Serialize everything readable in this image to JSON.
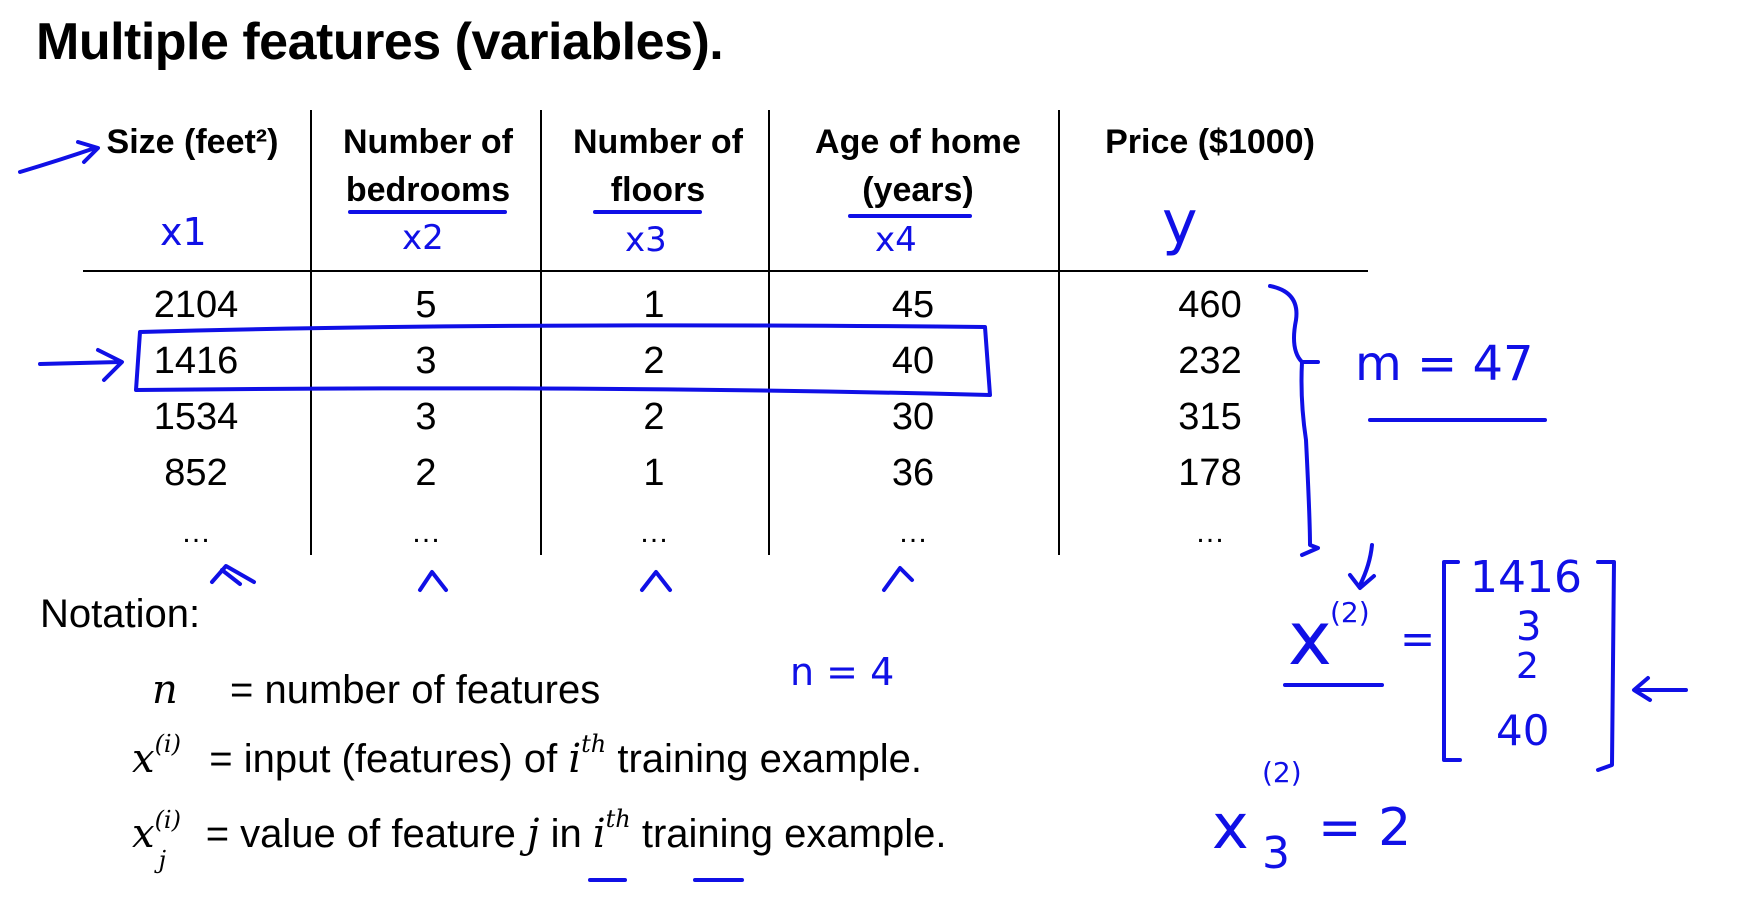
{
  "slide_title": "Multiple features (variables).",
  "table": {
    "headers": [
      {
        "line1": "Size (feet²)",
        "line2": ""
      },
      {
        "line1": "Number of",
        "line2": "bedrooms"
      },
      {
        "line1": "Number of",
        "line2": "floors"
      },
      {
        "line1": "Age of home",
        "line2": "(years)"
      },
      {
        "line1": "Price ($1000)",
        "line2": ""
      }
    ],
    "rows": [
      [
        "2104",
        "5",
        "1",
        "45",
        "460"
      ],
      [
        "1416",
        "3",
        "2",
        "40",
        "232"
      ],
      [
        "1534",
        "3",
        "2",
        "30",
        "315"
      ],
      [
        "852",
        "2",
        "1",
        "36",
        "178"
      ],
      [
        "…",
        "…",
        "…",
        "…",
        "…"
      ]
    ]
  },
  "notation": {
    "title": "Notation:",
    "lines": [
      {
        "symbol": "n",
        "text": "= number of features"
      },
      {
        "symbol": "x",
        "sup": "(i)",
        "text_before": "= input (features) of",
        "ith": "i",
        "ith_sup": "th",
        "text_after": "training example."
      },
      {
        "symbol": "x",
        "sup": "(i)",
        "sub": "j",
        "text_before": "= value of feature",
        "j": "j",
        "in_word": "in",
        "ith": "i",
        "ith_sup": "th",
        "text_after": "training example."
      }
    ]
  },
  "handwriting": {
    "labels": [
      "x1",
      "x2",
      "x3",
      "x4",
      "y"
    ],
    "m_label": "m = 47",
    "n_label": "n = 4",
    "x2_vector_lhs": "x",
    "x2_vector_sup": "(2)",
    "equals": "=",
    "vector_values": [
      "1416",
      "3",
      "2",
      "40"
    ],
    "x32_sym": "x",
    "x32_sup": "(2)",
    "x32_sub": "3",
    "x32_rhs": "= 2"
  },
  "colors": {
    "ink": "#1010e6",
    "text": "#000000",
    "background": "#ffffff"
  }
}
